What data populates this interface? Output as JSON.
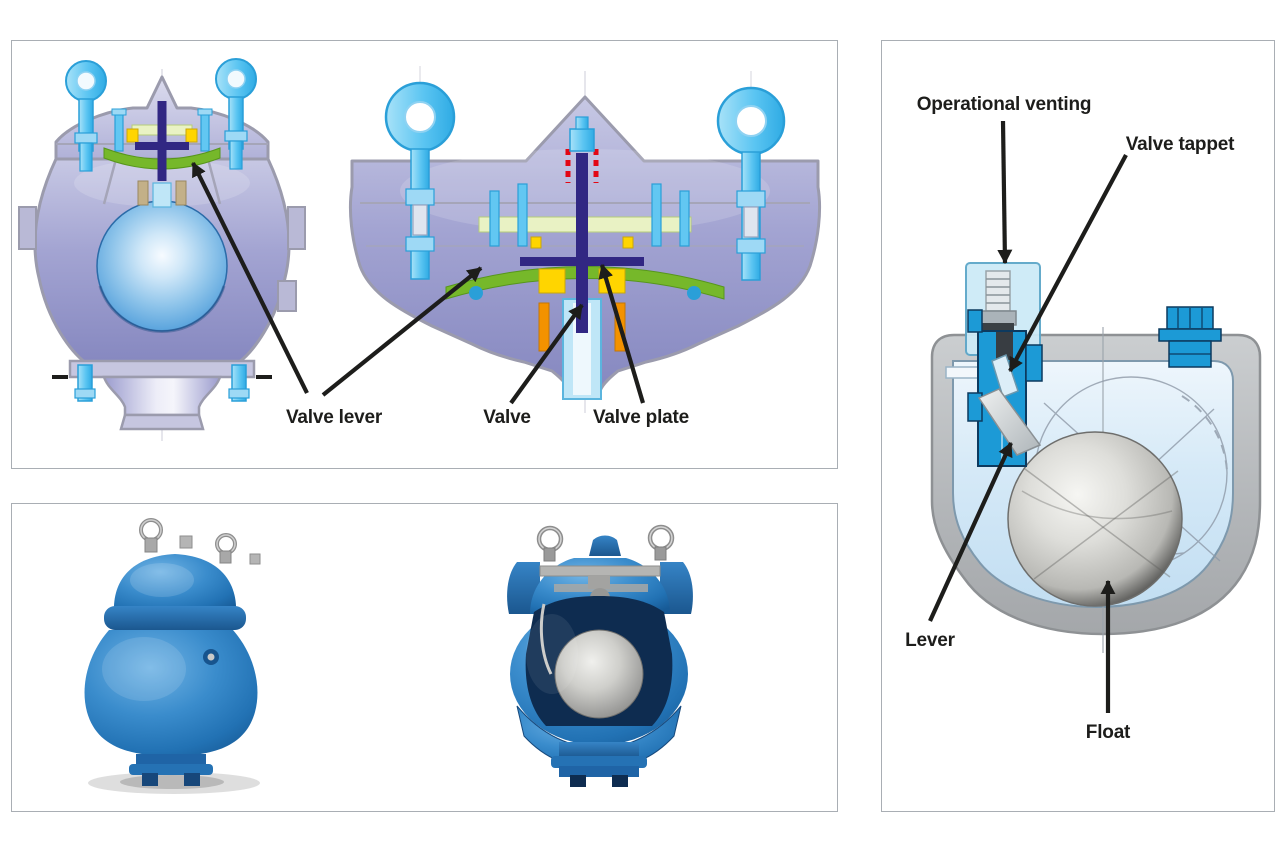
{
  "panels": {
    "cross_sections": {
      "labels": {
        "valve_lever": "Valve lever",
        "valve": "Valve",
        "valve_plate": "Valve plate"
      }
    },
    "float_schematic": {
      "labels": {
        "operational_venting": "Operational venting",
        "valve_tappet": "Valve tappet",
        "lever": "Lever",
        "float": "Float"
      }
    }
  },
  "colors": {
    "panel_border": "#a9aeb4",
    "label_text": "#1d1d1b",
    "arrow": "#1d1d1b",
    "section_body_lavender": "#9b9cce",
    "hardware_light_blue": "#5bc5f2",
    "lever_green": "#76b82a",
    "stem_purple": "#312783",
    "accent_yellow": "#ffd500",
    "accent_orange": "#f39200",
    "accent_red": "#e30613",
    "photo_blue": "#2e7fc2",
    "schematic_blue": "#1c9ad6",
    "water_light_blue": "#d6eaf7",
    "float_silver": "#b9b9b7",
    "shell_gray": "#b5b8bb"
  }
}
